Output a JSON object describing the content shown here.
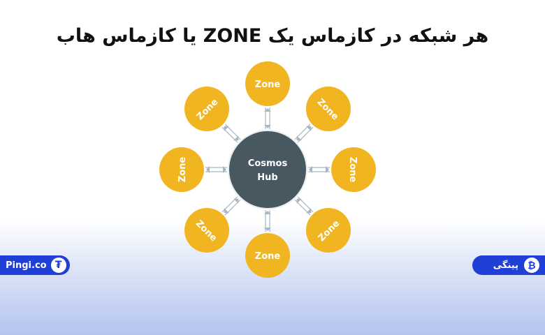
{
  "title": "هر شبکه در کازماس یک ZONE یا کازماس هاب",
  "hub": {
    "line1": "Cosmos",
    "line2": "Hub"
  },
  "zones": [
    {
      "label": "Zone",
      "angle": 0,
      "rotate": 0
    },
    {
      "label": "Zone",
      "angle": 45,
      "rotate": 45
    },
    {
      "label": "Zone",
      "angle": 90,
      "rotate": 90
    },
    {
      "label": "Zone",
      "angle": 135,
      "rotate": -45
    },
    {
      "label": "Zone",
      "angle": 180,
      "rotate": 0
    },
    {
      "label": "Zone",
      "angle": 225,
      "rotate": 45
    },
    {
      "label": "Zone",
      "angle": 270,
      "rotate": -90
    },
    {
      "label": "Zone",
      "angle": 315,
      "rotate": -45
    }
  ],
  "colors": {
    "zone": "#f1b521",
    "hub": "#475861",
    "badge": "#1f3fd6",
    "connector": "#a8b6c2"
  },
  "left_badge": {
    "text": "Pingi.co",
    "icon": "tether-icon",
    "icon_glyph": "₮"
  },
  "right_badge": {
    "text": "پینگی",
    "icon": "bitcoin-icon",
    "icon_glyph": "₿"
  }
}
